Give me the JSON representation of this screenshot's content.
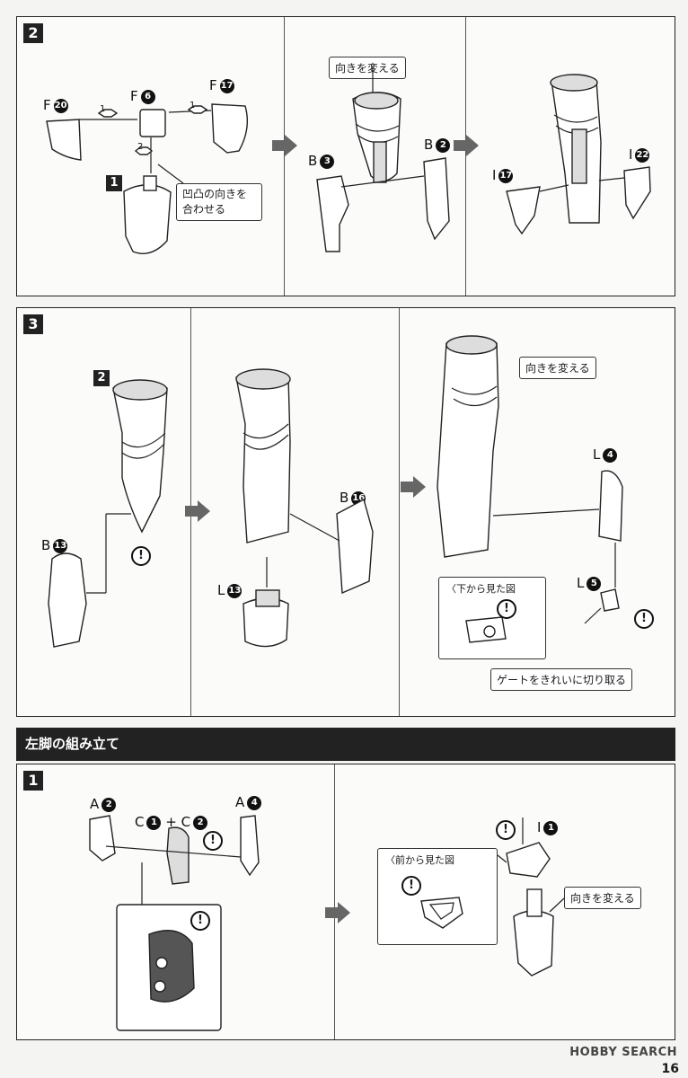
{
  "steps": {
    "step2": {
      "number": "2",
      "parts": {
        "f20": {
          "letter": "F",
          "num": "20"
        },
        "f6": {
          "letter": "F",
          "num": "6"
        },
        "f17": {
          "letter": "F",
          "num": "17"
        },
        "b3": {
          "letter": "B",
          "num": "3"
        },
        "b2": {
          "letter": "B",
          "num": "2"
        },
        "i17": {
          "letter": "I",
          "num": "17"
        },
        "i22": {
          "letter": "I",
          "num": "22"
        }
      },
      "sub_step": "1",
      "order_1": "1",
      "order_1b": "1",
      "order_2": "2",
      "note_align": "凹凸の向きを合わせる",
      "note_turn": "向きを変える"
    },
    "step3": {
      "number": "3",
      "sub_step": "2",
      "parts": {
        "b13": {
          "letter": "B",
          "num": "13"
        },
        "b16": {
          "letter": "B",
          "num": "16"
        },
        "l13": {
          "letter": "L",
          "num": "13"
        },
        "l4": {
          "letter": "L",
          "num": "4"
        },
        "l5": {
          "letter": "L",
          "num": "5"
        }
      },
      "note_turn": "向きを変える",
      "inset_title": "〈下から見た図",
      "note_gate": "ゲートをきれいに切り取る"
    }
  },
  "section": {
    "title": "左脚の組み立て",
    "step1": {
      "number": "1",
      "parts": {
        "a2": {
          "letter": "A",
          "num": "2"
        },
        "c1": {
          "letter": "C",
          "num": "1"
        },
        "c2": {
          "letter": "C",
          "num": "2"
        },
        "a4": {
          "letter": "A",
          "num": "4"
        },
        "i1": {
          "letter": "I",
          "num": "1"
        }
      },
      "plus": "+",
      "inset_title": "〈前から見た図",
      "note_turn": "向きを変える"
    }
  },
  "warning_symbol": "!",
  "footer": {
    "watermark": "HOBBY SEARCH",
    "page": "16"
  }
}
